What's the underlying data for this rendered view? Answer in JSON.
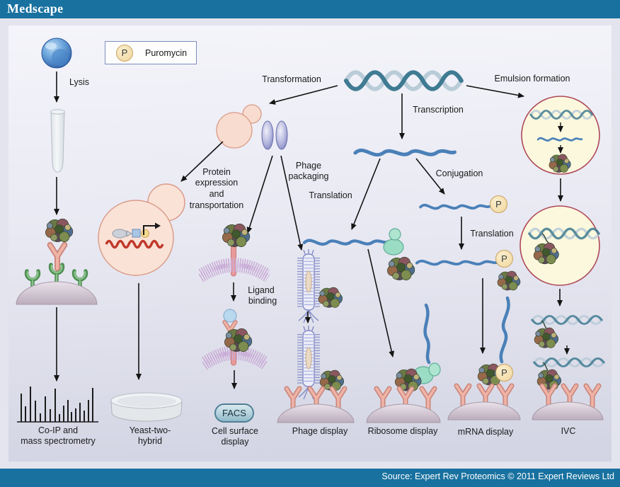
{
  "header": {
    "logo": "Medscape"
  },
  "footer": {
    "source": "Source: Expert Rev Proteomics © 2011 Expert Reviews Ltd"
  },
  "legend": {
    "p": "P",
    "label": "Puromycin"
  },
  "steps": {
    "lysis": "Lysis",
    "transformation": "Transformation",
    "transcription": "Transcription",
    "emulsion_formation": "Emulsion formation",
    "protein_expression": [
      "Protein",
      "expression",
      "and",
      "transportation"
    ],
    "phage_packaging": [
      "Phage",
      "packaging"
    ],
    "translation_center": "Translation",
    "conjugation": "Conjugation",
    "translation_right": "Translation",
    "ligand_binding": [
      "Ligand",
      "binding"
    ],
    "facs": "FACS"
  },
  "methods": {
    "coip": [
      "Co-IP and",
      "mass spectrometry"
    ],
    "yeast_two_hybrid": [
      "Yeast-two-",
      "hybrid"
    ],
    "cell_surface_display": [
      "Cell surface",
      "display"
    ],
    "phage_display": "Phage display",
    "ribosome_display": "Ribosome display",
    "mrna_display": "mRNA display",
    "ivc": "IVC"
  },
  "colors": {
    "top_bar": "#18719f",
    "bottom_bar": "#18719f",
    "mrna_blue": "#4a80b8",
    "dna_dark": "#3f7b92",
    "droplet_stroke": "#ad4858",
    "puromycin_fill": "#f0d79e"
  }
}
